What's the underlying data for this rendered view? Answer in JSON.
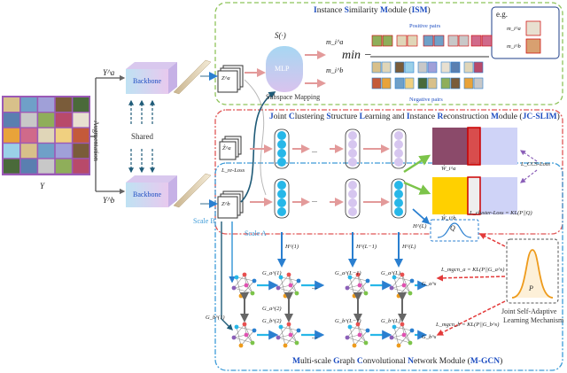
{
  "figure": {
    "input_label": "Y",
    "view_a_label": "Y^a",
    "view_b_label": "Y^b",
    "augmentation_label": "Augmentation",
    "shared_label": "Shared",
    "backbone_a_label": "Backbone",
    "backbone_b_label": "Backbone",
    "za_label": "Z^a",
    "zb_label": "Z^b",
    "za_hat_label": "Ẑ^a",
    "zb_hat_label": "Ẑ^b",
    "re_loss_label": "L_re-Loss"
  },
  "ism": {
    "title_parts": [
      "I",
      "nstance ",
      "S",
      "imilarity ",
      "M",
      "odule (",
      "ISM",
      ")"
    ],
    "s_label": "S(·)",
    "mlp_label": "MLP",
    "subspace_label": "Subspace Mapping",
    "mia_label": "m_i^a",
    "mib_label": "m_i^b",
    "min_label": "min −",
    "positive_label": "Positive pairs",
    "negative_label": "Negative pairs",
    "eg_label": "e.g.",
    "eg_mia": "m_i^a",
    "eg_mib": "m_i^b"
  },
  "jcslim": {
    "title_parts": [
      "J",
      "oint ",
      "C",
      "lustering ",
      "S",
      "tructure ",
      "L",
      "earning and ",
      "I",
      "nstance ",
      "R",
      "econstruction ",
      "M",
      "odule (",
      "JC-SLIM",
      ")"
    ],
    "dots": "...",
    "h_l_label": "H^(L)",
    "wa_label": "Ŵ_i^a",
    "wb_label": "Ŵ_i^b",
    "ccs_loss_label": "L_CCS-Loss"
  },
  "mgcn": {
    "title_parts": [
      "M",
      "ulti-scale ",
      "G",
      "raph ",
      "C",
      "onvolutional ",
      "N",
      "etwork Module (",
      "M-GCN",
      ")"
    ],
    "scale_a_label": "Scale A",
    "scale_b_label": "Scale B",
    "h1_label": "H^(1)",
    "hl1_label": "H^(L−1)",
    "hl_label": "H^(L)",
    "ga1": "G_a^(1)",
    "ga2": "G_a^(2)",
    "gal1": "G_a^(L−1)",
    "gal": "G_a^(L)",
    "gas": "G_a^s",
    "gb1": "G_b^(1)",
    "gb2": "G_b^(2)",
    "gbl1": "G_b^(L−1)",
    "gbl": "G_b^(L)",
    "gbs": "G_b^s",
    "q_label": "Q",
    "p_label": "P",
    "cluster_loss_label": "L_cluster-Loss = KL(P||Q)",
    "mgcn_a_label": "L_mgcn_a = KL(P||G_a^s)",
    "mgcn_b_label": "L_mgcn_b = KL(P||G_b^s)",
    "joint_label_1": "Joint Self-Adaptive",
    "joint_label_2": "Learning Mechanism"
  },
  "colors": {
    "ism_border": "#8ec35a",
    "jcslim_border": "#e05656",
    "mgcn_border": "#3d9bd8",
    "title_accent": "#1f4fc2",
    "node_cyan": "#27b7e8",
    "node_lilac": "#d6c6ef",
    "arrow_blue": "#2a7fd0",
    "arrow_red": "#e33a3a",
    "arrow_green": "#7cc44a",
    "arrow_purple": "#8b5fb8",
    "gaussian_orange": "#ee9b1c"
  }
}
